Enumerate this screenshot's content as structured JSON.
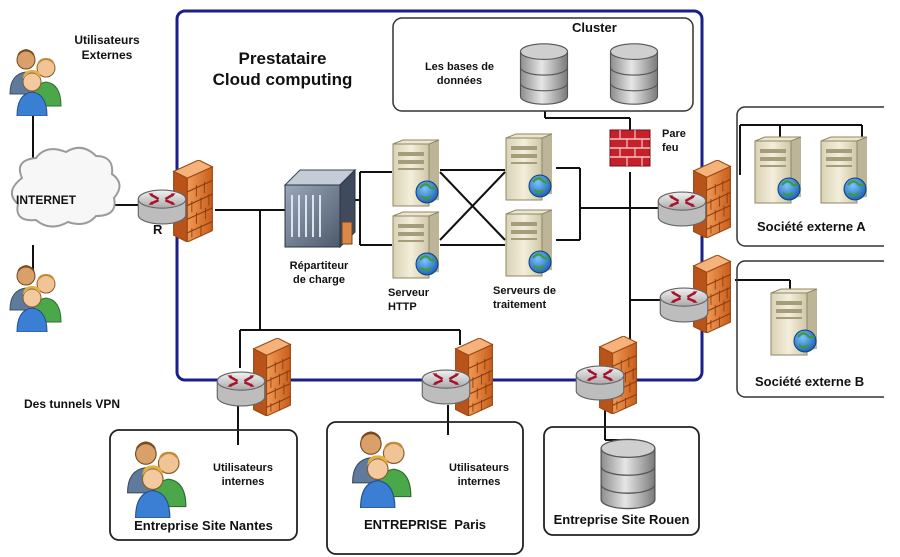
{
  "provider": {
    "line1": "Prestataire",
    "line2": "Cloud computing"
  },
  "cluster": {
    "title": "Cluster",
    "db_label_line1": "Les bases de",
    "db_label_line2": "données"
  },
  "external_users": {
    "line1": "Utilisateurs",
    "line2": "Externes"
  },
  "internet": {
    "label": "INTERNET"
  },
  "router_letter": "R",
  "load_balancer": {
    "line1": "Répartiteur",
    "line2": "de charge"
  },
  "http_servers": {
    "line1": "Serveur",
    "line2": "HTTP"
  },
  "processing_servers": {
    "line1": "Serveurs de",
    "line2": "traitement"
  },
  "firewall": {
    "line1": "Pare",
    "line2": "feu"
  },
  "company_a": {
    "label": "Société externe A"
  },
  "company_b": {
    "label": "Société externe B"
  },
  "vpn": {
    "label": "Des tunnels VPN"
  },
  "sites": {
    "nantes": {
      "users_line1": "Utilisateurs",
      "users_line2": "internes",
      "label": "Entreprise Site Nantes"
    },
    "paris": {
      "users_line1": "Utilisateurs",
      "users_line2": "internes",
      "label": "ENTREPRISE  Paris"
    },
    "rouen": {
      "label": "Entreprise Site Rouen"
    }
  },
  "colors": {
    "provider_border": "#1b1f8a",
    "firewall": "#e0762b",
    "router": "#8a8a8a",
    "server": "#e8e2c8",
    "globe": "#2f7fd1",
    "firewall_brick": "#c4212b"
  }
}
